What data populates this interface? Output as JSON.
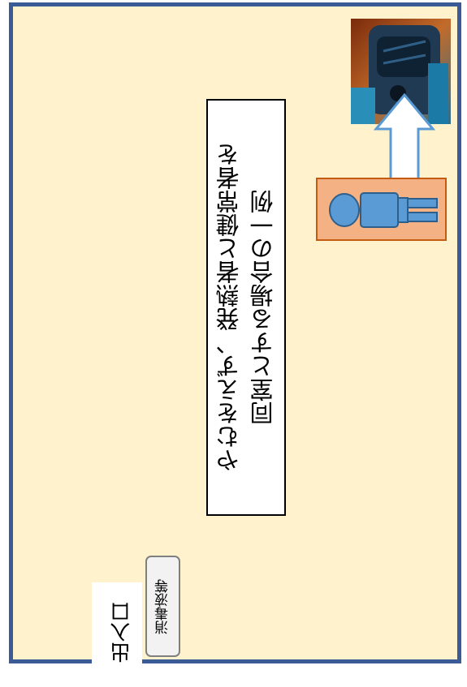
{
  "caption": {
    "line1": "やむをえず、発熱者と健常者を",
    "line2": "同室とする場合の一例"
  },
  "sanitizer_label": "消毒液等",
  "entrance_label": "出入口",
  "colors": {
    "room_fill": "#fff2cc",
    "room_border": "#3b5b96",
    "bed_fill": "#f4b183",
    "bed_border": "#c55a11",
    "person_fill": "#5b9bd5",
    "arrow_fill": "#ffffff",
    "arrow_border": "#5b9bd5"
  },
  "icons": {
    "person": "person-lying-icon",
    "arrow": "up-arrow-icon"
  }
}
